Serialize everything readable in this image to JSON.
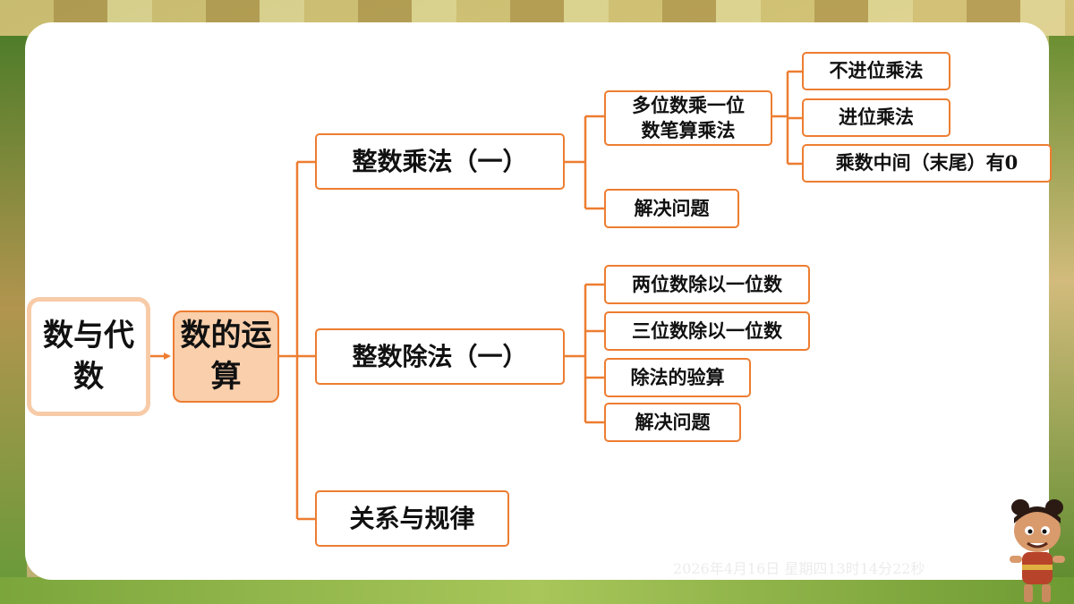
{
  "root": {
    "label": "数与代数"
  },
  "level1": {
    "label": "数的运算"
  },
  "branches": {
    "multiplication": {
      "label": "整数乘法（一）",
      "children": {
        "multi_digit": {
          "label_line1": "多位数乘一位",
          "label_line2": "数笔算乘法",
          "children": [
            "不进位乘法",
            "进位乘法",
            "乘数中间（末尾）有0"
          ]
        },
        "solve": "解决问题"
      }
    },
    "division": {
      "label": "整数除法（一）",
      "children": [
        "两位数除以一位数",
        "三位数除以一位数",
        "除法的验算",
        "解决问题"
      ]
    },
    "relation": {
      "label": "关系与规律"
    }
  },
  "timestamp": "2026年4月16日 星期四13时14分22秒",
  "colors": {
    "accent": "#ed7d31",
    "root_border": "#f8cba8",
    "level1_fill": "#f9cfac"
  }
}
